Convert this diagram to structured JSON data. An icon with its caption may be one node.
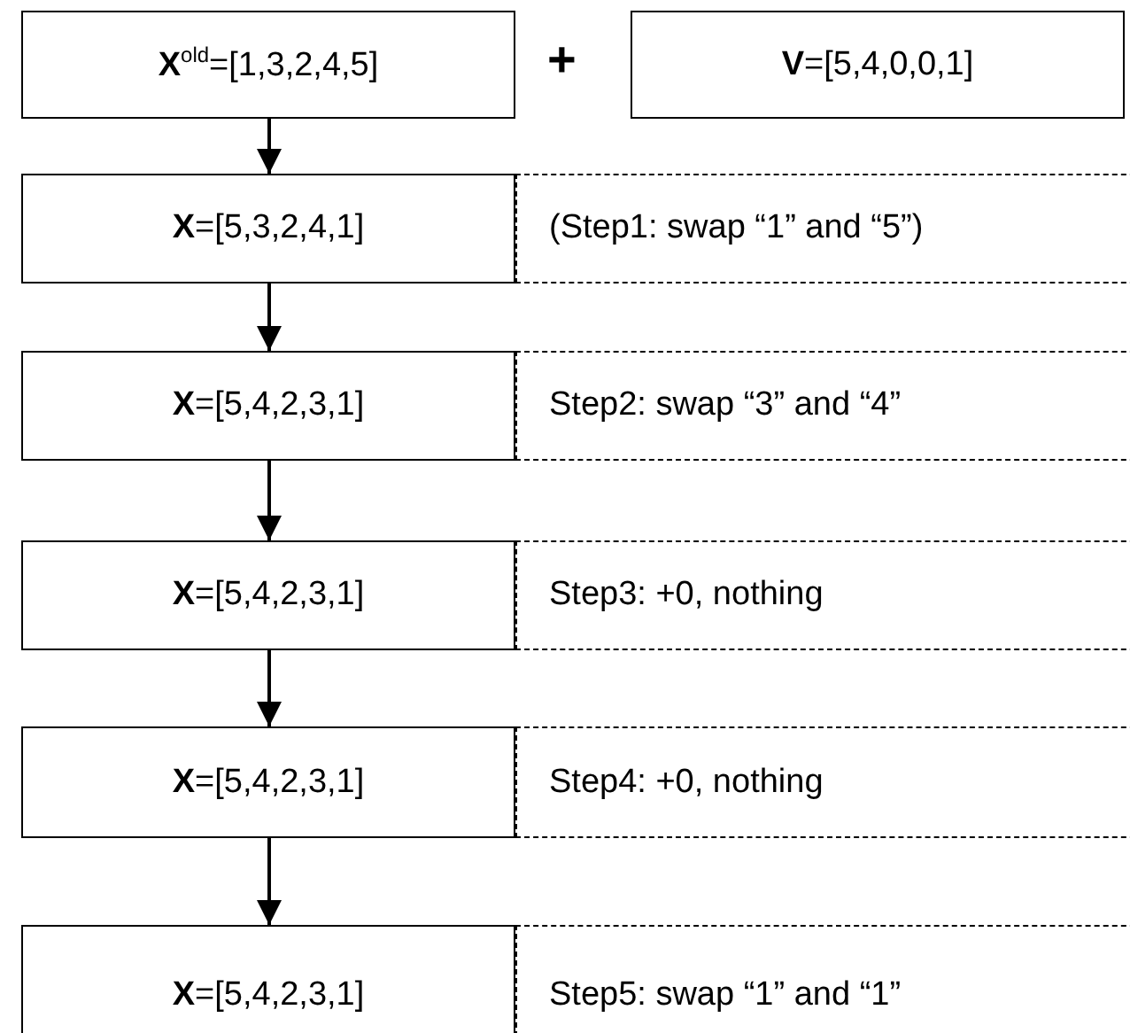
{
  "diagram": {
    "nodes": [
      {
        "text": [
          "**X**$^{old}$=[1,3,2,4,5]"
        ]
      },
      {
        "text": [
          "**V**=[5,4,0,0,1]"
        ]
      },
      {
        "text": [
          "**X**=[5,3,2,4,1]"
        ]
      },
      {
        "text": [
          "(Step1: swap “1” and “5”)"
        ]
      },
      {
        "text": [
          "**X**=[5,4,2,3,1]"
        ]
      },
      {
        "text": [
          "Step2: swap “3” and “4”"
        ]
      },
      {
        "text": [
          "**X**=[5,4,2,3,1]"
        ]
      },
      {
        "text": [
          "Step3: +0, nothing"
        ]
      },
      {
        "text": [
          "**X**=[5,4,2,3,1]"
        ]
      },
      {
        "text": [
          "Step4: +0, nothing"
        ]
      },
      {
        "text": [
          "**X**=[5,4,2,3,1]"
        ]
      },
      {
        "text": [
          "Step5: swap “1” and “1”"
        ]
      }
    ],
    "edges": [
      {
        "from": 0,
        "to": 2,
        "arrow": "to"
      },
      {
        "from": 2,
        "to": 4,
        "arrow": "to"
      },
      {
        "from": 4,
        "to": 6,
        "arrow": "to"
      },
      {
        "from": 6,
        "to": 8,
        "arrow": "to"
      },
      {
        "from": 8,
        "to": 10,
        "arrow": "to"
      }
    ],
    "labels": [
      "+"
    ]
  }
}
